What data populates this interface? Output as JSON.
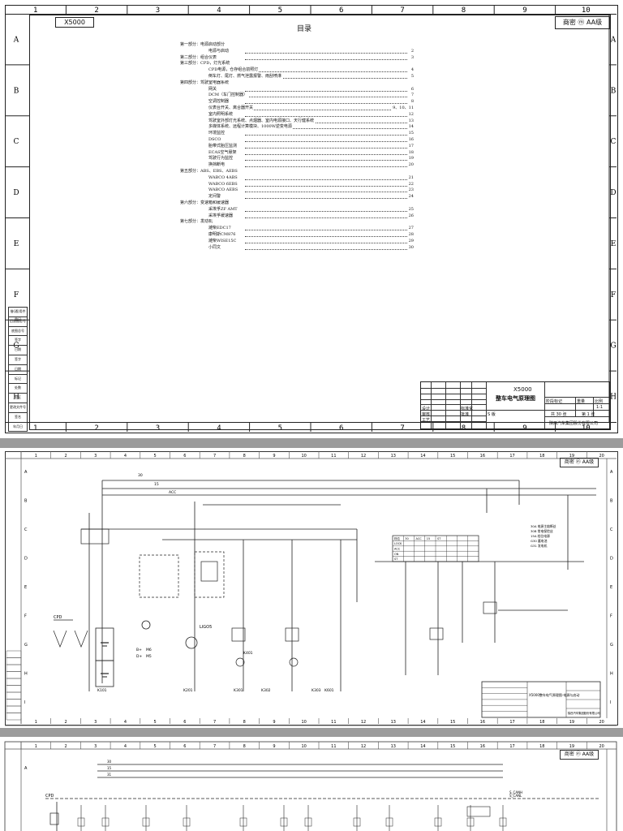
{
  "sheet1": {
    "columns": [
      "1",
      "2",
      "3",
      "4",
      "5",
      "6",
      "7",
      "8",
      "9",
      "10"
    ],
    "rows": [
      "A",
      "B",
      "C",
      "D",
      "E",
      "F",
      "G",
      "H"
    ],
    "model_label": "X5000",
    "toc_title": "目录",
    "secret_label": "商密 ⓜ AA级",
    "toc": [
      {
        "type": "sec",
        "text": "第一部分：电源启动部分"
      },
      {
        "type": "ent",
        "name": "电源与启动",
        "page": "2"
      },
      {
        "type": "sec",
        "text": "第二部分：组合仪表",
        "page": "3"
      },
      {
        "type": "sec",
        "text": "第三部分：CPD，灯光系统"
      },
      {
        "type": "ent",
        "name": "CPD电源，仓存组合前照灯",
        "page": "4"
      },
      {
        "type": "ent",
        "name": "倒车灯、尾灯、燃气泄露报警、雨刮喷淋",
        "page": "5"
      },
      {
        "type": "sec",
        "text": "第四部分：驾驶室电器系统"
      },
      {
        "type": "ent",
        "name": "网关",
        "page": "6"
      },
      {
        "type": "ent",
        "name": "DCM（车门控制器）",
        "page": "7"
      },
      {
        "type": "ent",
        "name": "空调控制器",
        "page": "8"
      },
      {
        "type": "ent",
        "name": "仪表台开关、离合器开关",
        "page": "9、10、11"
      },
      {
        "type": "ent",
        "name": "室内照明系统",
        "page": "12"
      },
      {
        "type": "ent",
        "name": "驾驶室外部灯光系统、点烟器、室内电源接口、天行健系统",
        "page": "13"
      },
      {
        "type": "ent",
        "name": "多媒体系统、远程计算模块、1000W逆变电源",
        "page": "14"
      },
      {
        "type": "ent",
        "name": "环境监控",
        "page": "15"
      },
      {
        "type": "ent",
        "name": "DSCO",
        "page": "16"
      },
      {
        "type": "ent",
        "name": "胎带式胎压监测",
        "page": "17"
      },
      {
        "type": "ent",
        "name": "ECAS空气悬架",
        "page": "18"
      },
      {
        "type": "ent",
        "name": "驾驶行为监控",
        "page": "19"
      },
      {
        "type": "ent",
        "name": "换挡断电",
        "page": "20"
      },
      {
        "type": "sec",
        "text": "第五部分：ABS、EBS、AEBS"
      },
      {
        "type": "ent",
        "name": "WABCO 4ABS",
        "page": "21"
      },
      {
        "type": "ent",
        "name": "WABCO 6EBS",
        "page": "22"
      },
      {
        "type": "ent",
        "name": "WABCO AEBS",
        "page": "23"
      },
      {
        "type": "ent",
        "name": "定间警",
        "page": "24"
      },
      {
        "type": "sec",
        "text": "第六部分：变速箱和缓速器"
      },
      {
        "type": "ent",
        "name": "采埃孚ZF AMT",
        "page": "25"
      },
      {
        "type": "ent",
        "name": "采埃孚缓速器",
        "page": "26"
      },
      {
        "type": "sec",
        "text": "第七部分：发动机"
      },
      {
        "type": "ent",
        "name": "潍柴EDC17",
        "page": "27"
      },
      {
        "type": "ent",
        "name": "康明斯CM876",
        "page": "28"
      },
      {
        "type": "ent",
        "name": "潍柴WISE15C",
        "page": "29"
      },
      {
        "type": "ent",
        "name": "小同文",
        "page": "30"
      }
    ],
    "legend": [
      "借(通)用件登记",
      "旧底图总号",
      "底图总号",
      "签字",
      "日期",
      "签字",
      "日期",
      "标记",
      "处数",
      "分区",
      "更改文件号",
      "签名",
      "年月日"
    ],
    "title_block": {
      "model": "X5000",
      "name": "整车电气原理图",
      "company": "陕西汽车集团股份有限公司",
      "scale": "1:1",
      "sheet": "共 30 张",
      "sheet_no": "第 1 张",
      "mark": "S 版",
      "labels": [
        "设计",
        "审核",
        "工艺",
        "标准化",
        "批准",
        "阶段标记",
        "重量",
        "比例"
      ]
    }
  },
  "sheet2": {
    "columns": [
      "1",
      "2",
      "3",
      "4",
      "5",
      "6",
      "7",
      "8",
      "9",
      "10",
      "11",
      "12",
      "13",
      "14",
      "15",
      "16",
      "17",
      "18",
      "19",
      "20"
    ],
    "rows": [
      "A",
      "B",
      "C",
      "D",
      "E",
      "F",
      "G",
      "H",
      "I"
    ],
    "secret_label": "商密 ⓜ AA级",
    "title": "X5000整车电气原理图-电源与启动",
    "company": "陕西汽车集团股份有限公司",
    "labels": [
      "CPD",
      "30",
      "15",
      "ACC",
      "ON",
      "ST",
      "LOCK",
      "B+",
      "D+",
      "M6",
      "M5",
      "K101",
      "K201",
      "K301",
      "K302",
      "K303",
      "K401",
      "K601",
      "LIGO5"
    ],
    "switch_table": [
      "档位",
      "30",
      "ACC",
      "15",
      "ST"
    ],
    "legend_right": [
      "30A 电源主熔断丝",
      "30B 常电保险丝",
      "15A 档位电源",
      "G30 蓄电池",
      "G31 发电机"
    ]
  },
  "sheet3": {
    "secret_label": "商密 ⓜ AA级",
    "labels": [
      "CPD",
      "30",
      "15",
      "31",
      "S_CANH",
      "S_CANL"
    ]
  }
}
